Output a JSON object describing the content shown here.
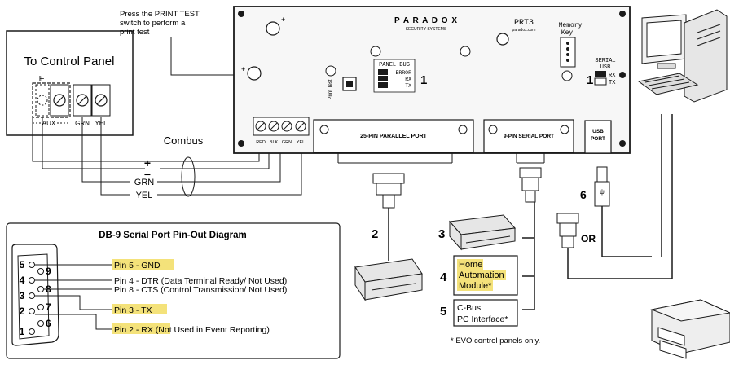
{
  "control_panel": {
    "title": "To Control Panel",
    "aux_label": "AUX",
    "grn_label": "GRN",
    "yel_label": "YEL"
  },
  "print_test_note": {
    "line1": "Press the PRINT TEST",
    "line2": "switch to perform a",
    "line3": "print test"
  },
  "board": {
    "brand": "P A R A D O X",
    "brand_sub": "SECURITY SYSTEMS",
    "model": "PRT3",
    "model_sub": "paradox.com",
    "memory_key_line1": "Memory",
    "memory_key_line2": "Key",
    "serial_usb_line1": "SERIAL",
    "serial_usb_line2": "USB",
    "serial_rx": "RX",
    "serial_tx": "TX",
    "panel_bus_title": "PANEL BUS",
    "panel_bus_rows": [
      "ERROR",
      "RX",
      "TX"
    ],
    "print_test_label": "Print Test",
    "terminals": [
      "RED",
      "BLK",
      "GRN",
      "YEL"
    ],
    "parallel_port": "25-PIN PARALLEL PORT",
    "serial_port": "9-PIN SERIAL PORT",
    "usb_port_line1": "USB",
    "usb_port_line2": "PORT",
    "callout_1a": "1",
    "callout_1b": "1"
  },
  "combus": {
    "label": "Combus",
    "plus": "+",
    "minus": "−",
    "grn": "GRN",
    "yel": "YEL"
  },
  "callouts": {
    "n2": "2",
    "n3": "3",
    "n4": "4",
    "n5": "5",
    "n6": "6",
    "or": "OR"
  },
  "devices": {
    "home_automation": [
      "Home",
      "Automation",
      "Module*"
    ],
    "cbus": [
      "C-Bus",
      "PC Interface*"
    ],
    "footnote": "* EVO control panels only."
  },
  "pinout": {
    "title": "DB-9 Serial Port Pin-Out Diagram",
    "connector_left": [
      "5",
      "4",
      "3",
      "2",
      "1"
    ],
    "connector_right": [
      "9",
      "8",
      "7",
      "6"
    ],
    "pins": [
      {
        "name": "Pin 5 - GND",
        "rest": "",
        "highlight": true
      },
      {
        "name": "Pin 4 - DTR (Data Terminal Ready/ Not Used)",
        "rest": "",
        "highlight": false
      },
      {
        "name": "Pin 8 - CTS (Control Transmission/ Not Used)",
        "rest": "",
        "highlight": false
      },
      {
        "name": "Pin 3 - TX",
        "rest": "",
        "highlight": true
      },
      {
        "name": "Pin 2 - RX",
        "rest": " (Not Used in Event Reporting)",
        "highlight": true
      }
    ]
  },
  "colors": {
    "highlight": "#f4e27a",
    "line": "#1a1a1a",
    "board_fill": "#f7f7f7",
    "device_fill": "#e6e6e6"
  }
}
